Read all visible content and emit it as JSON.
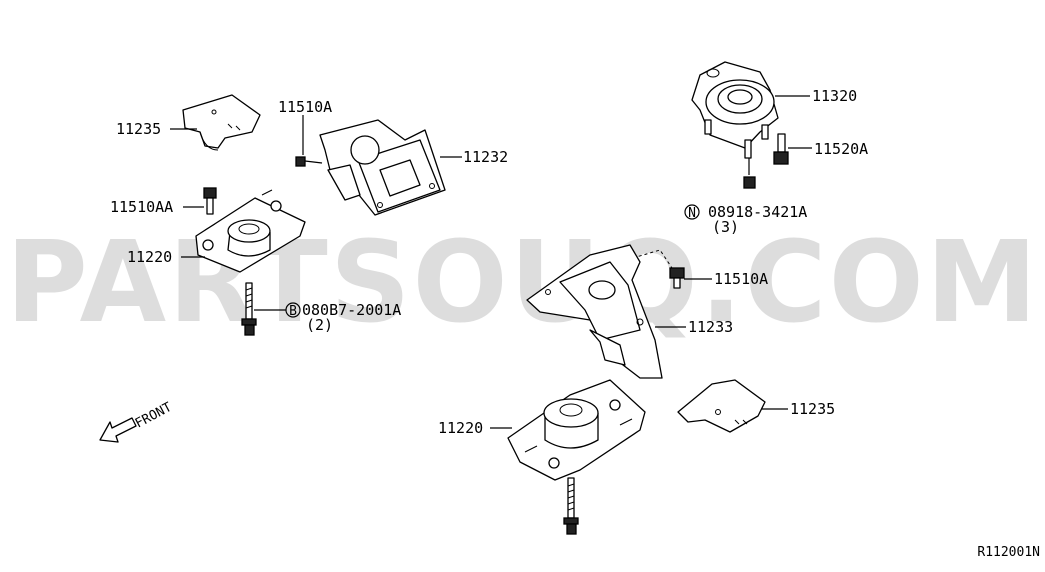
{
  "watermark": "PARTSOUQ.COM",
  "diagram_ref": "R112001N",
  "front_label": "FRONT",
  "labels": {
    "pad_left": "11235",
    "bolt_small_left": "11510A",
    "bracket_left": "11232",
    "bolt_aa": "11510AA",
    "mount_left": "11220",
    "bolt_circled_b": "080B7-2001A",
    "bolt_circled_b_qty": "(2)",
    "circled_b_letter": "B",
    "top_mount": "11320",
    "bolt_right": "11520A",
    "nut_circled_n": "08918-3421A",
    "nut_circled_n_qty": "(3)",
    "circled_n_letter": "N",
    "bolt_small_right": "11510A",
    "bracket_right": "11233",
    "mount_right": "11220",
    "pad_right": "11235"
  }
}
